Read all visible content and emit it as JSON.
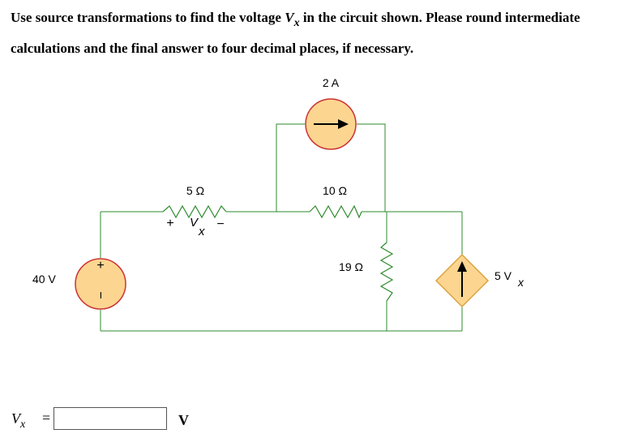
{
  "question": {
    "part1": "Use source transformations to find the voltage ",
    "var": "V",
    "var_sub": "x",
    "part2": " in the circuit shown. Please round intermediate calculations and the final answer to four decimal places, if necessary."
  },
  "circuit": {
    "current_source_label": "2 A",
    "r_top_label": "10 Ω",
    "r_left_label": "5 Ω",
    "r_middle_label": "19 Ω",
    "voltage_source_label": "40 V",
    "vx_plus": "+",
    "vx_minus": "−",
    "vx_var": "V",
    "vx_sub": "x",
    "source_plus": "+",
    "source_minus": "−",
    "dep_source_label": "5 V",
    "dep_source_sub": "x",
    "colors": {
      "wire": "#2e8b2e",
      "source_fill": "#fcd590",
      "source_stroke": "#cc3333",
      "dep_stroke": "#d9a441"
    }
  },
  "answer": {
    "var": "V",
    "var_sub": "x",
    "equals": "=",
    "value": "",
    "unit": "V"
  }
}
